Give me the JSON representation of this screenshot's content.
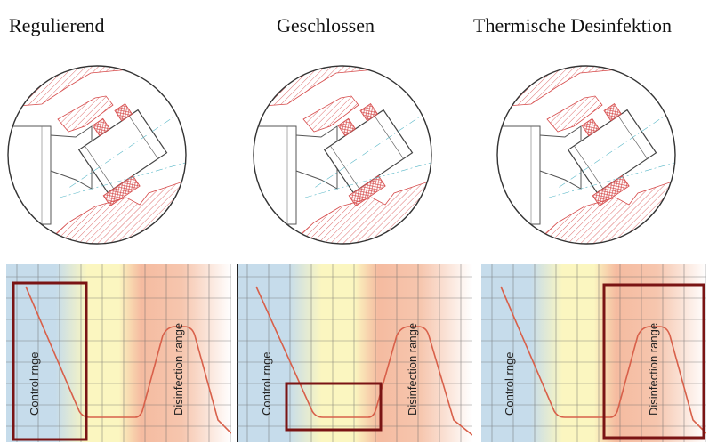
{
  "titles": [
    "Regulierend",
    "Geschlossen",
    "Thermische Desinfektion"
  ],
  "labels": {
    "control_range": "Control rnge",
    "disinfection_range": "Disinfection range"
  },
  "colors": {
    "cold": "#c6dceb",
    "warm": "#fbf6c0",
    "hot": "#f5bba0",
    "curve": "#d8604a",
    "highlight": "#7a1414",
    "hatch": "#d64a4a"
  }
}
